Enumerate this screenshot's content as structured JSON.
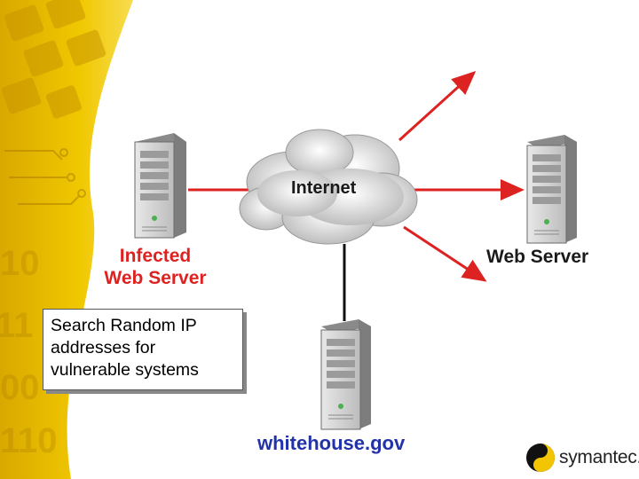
{
  "nodes": {
    "infected": {
      "line1": "Infected",
      "line2": "Web Server"
    },
    "web_server": {
      "label": "Web Server"
    },
    "internet": {
      "label": "Internet"
    },
    "whitehouse": {
      "label": "whitehouse.gov"
    }
  },
  "callout": {
    "line1": "Search Random IP",
    "line2": "addresses for",
    "line3": "vulnerable systems"
  },
  "logo": {
    "text": "symantec."
  },
  "colors": {
    "accent_red": "#dd2222",
    "link_black": "#111111",
    "wh_blue": "#2233aa",
    "background_yellow": "#e8c000"
  }
}
